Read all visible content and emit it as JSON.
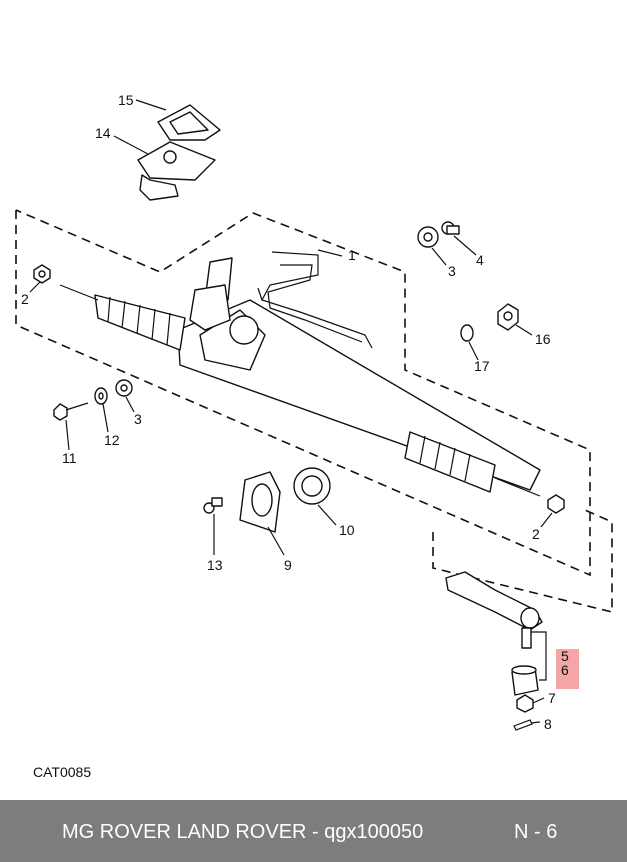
{
  "diagram": {
    "callouts": [
      "15",
      "14",
      "1",
      "2",
      "3",
      "4",
      "16",
      "17",
      "3",
      "12",
      "11",
      "13",
      "9",
      "10",
      "2",
      "5",
      "6",
      "7",
      "8"
    ],
    "catalog_code": "CAT0085"
  },
  "footer": {
    "title": "MG ROVER LAND ROVER - qgx100050",
    "page": "N - 6"
  },
  "colors": {
    "footer_bg": "#7d7d7d",
    "highlight": "#f4a6a6"
  }
}
